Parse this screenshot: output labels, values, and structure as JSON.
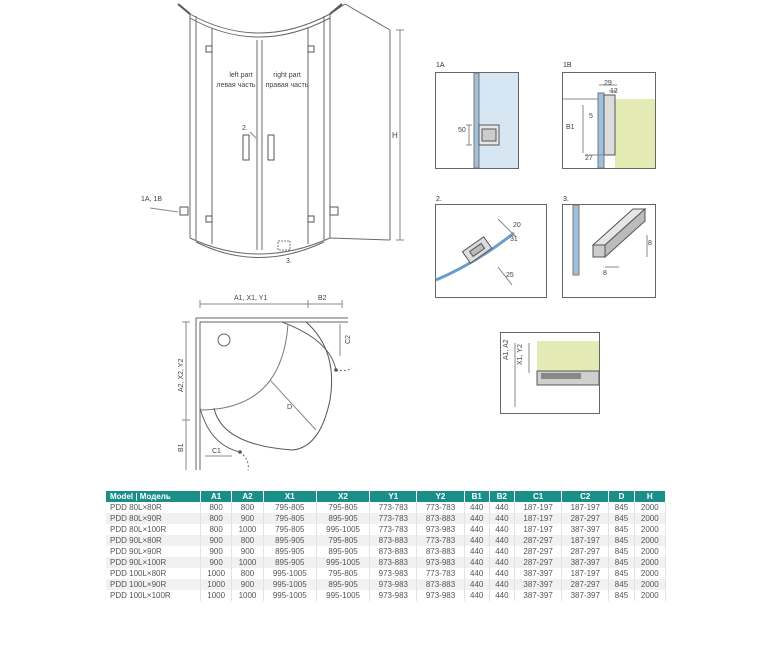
{
  "front_view": {
    "left_part_en": "left part",
    "left_part_ru": "левая часть",
    "right_part_en": "right part",
    "right_part_ru": "правая часть",
    "handle_label": "2.",
    "corner_label": "3.",
    "hinge_label": "1A, 1B",
    "height_label": "H"
  },
  "detail_1a": {
    "tag": "1A",
    "dim": "50"
  },
  "detail_1b": {
    "tag": "1B",
    "dims": [
      "29",
      "12",
      "5",
      "B1",
      "27"
    ]
  },
  "detail_2": {
    "tag": "2.",
    "dims": [
      "20",
      "31",
      "25"
    ]
  },
  "detail_3": {
    "tag": "3.",
    "dims": [
      "8",
      "8"
    ]
  },
  "detail_side": {
    "dims": [
      "A1, A2",
      "X1, Y2"
    ]
  },
  "plan_view": {
    "top_label": "A1, X1, Y1",
    "b2_label": "B2",
    "left_label": "A2, X2, Y2",
    "b1_label": "B1",
    "c1_label": "C1",
    "c2_label": "C2",
    "d_label": "D"
  },
  "table": {
    "headers": [
      "Model | Модель",
      "A1",
      "A2",
      "X1",
      "X2",
      "Y1",
      "Y2",
      "B1",
      "B2",
      "C1",
      "C2",
      "D",
      "H"
    ],
    "rows": [
      [
        "PDD 80L×80R",
        "800",
        "800",
        "795-805",
        "795-805",
        "773-783",
        "773-783",
        "440",
        "440",
        "187-197",
        "187-197",
        "845",
        "2000"
      ],
      [
        "PDD 80L×90R",
        "800",
        "900",
        "795-805",
        "895-905",
        "773-783",
        "873-883",
        "440",
        "440",
        "187-197",
        "287-297",
        "845",
        "2000"
      ],
      [
        "PDD 80L×100R",
        "800",
        "1000",
        "795-805",
        "995-1005",
        "773-783",
        "973-983",
        "440",
        "440",
        "187-197",
        "387-397",
        "845",
        "2000"
      ],
      [
        "PDD 90L×80R",
        "900",
        "800",
        "895-905",
        "795-805",
        "873-883",
        "773-783",
        "440",
        "440",
        "287-297",
        "187-197",
        "845",
        "2000"
      ],
      [
        "PDD 90L×90R",
        "900",
        "900",
        "895-905",
        "895-905",
        "873-883",
        "873-883",
        "440",
        "440",
        "287-297",
        "287-297",
        "845",
        "2000"
      ],
      [
        "PDD 90L×100R",
        "900",
        "1000",
        "895-905",
        "995-1005",
        "873-883",
        "973-983",
        "440",
        "440",
        "287-297",
        "387-397",
        "845",
        "2000"
      ],
      [
        "PDD 100L×80R",
        "1000",
        "800",
        "995-1005",
        "795-805",
        "973-983",
        "773-783",
        "440",
        "440",
        "387-397",
        "187-197",
        "845",
        "2000"
      ],
      [
        "PDD 100L×90R",
        "1000",
        "900",
        "995-1005",
        "895-905",
        "973-983",
        "873-883",
        "440",
        "440",
        "387-397",
        "287-297",
        "845",
        "2000"
      ],
      [
        "PDD 100L×100R",
        "1000",
        "1000",
        "995-1005",
        "995-1005",
        "973-983",
        "973-983",
        "440",
        "440",
        "387-397",
        "387-397",
        "845",
        "2000"
      ]
    ]
  }
}
